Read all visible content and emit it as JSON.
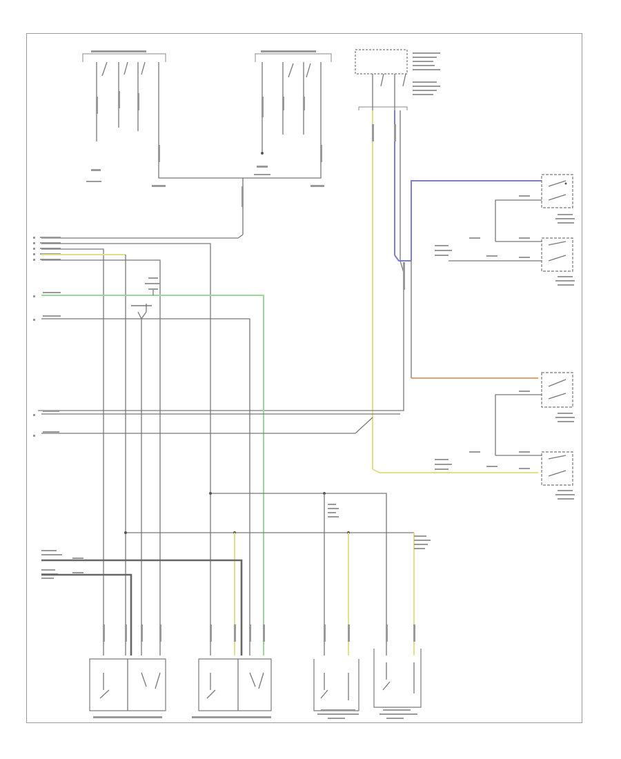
{
  "diagram": {
    "footer_code": "",
    "components": [
      {
        "id": "driver-door-lock-actuator",
        "label": ""
      },
      {
        "id": "passenger-door-lock-actuator",
        "label": ""
      },
      {
        "id": "right-rear-door-lock-actuator",
        "label": ""
      },
      {
        "id": "left-rear-door-lock-actuator",
        "label": ""
      },
      {
        "id": "right-front-door-switch",
        "label": ""
      },
      {
        "id": "right-rear-door-switch",
        "label": ""
      },
      {
        "id": "left-front-door-switch",
        "label": ""
      },
      {
        "id": "left-rear-door-switch",
        "label": ""
      },
      {
        "id": "central-control-module",
        "label": ""
      }
    ],
    "colors": {
      "wire_default": "#777777",
      "wire_yellow": "#e0e08a",
      "wire_green": "#9ad89a",
      "wire_blue": "#7b7bd8",
      "wire_orange": "#e0a070",
      "frame": "#9a9a9a"
    }
  }
}
